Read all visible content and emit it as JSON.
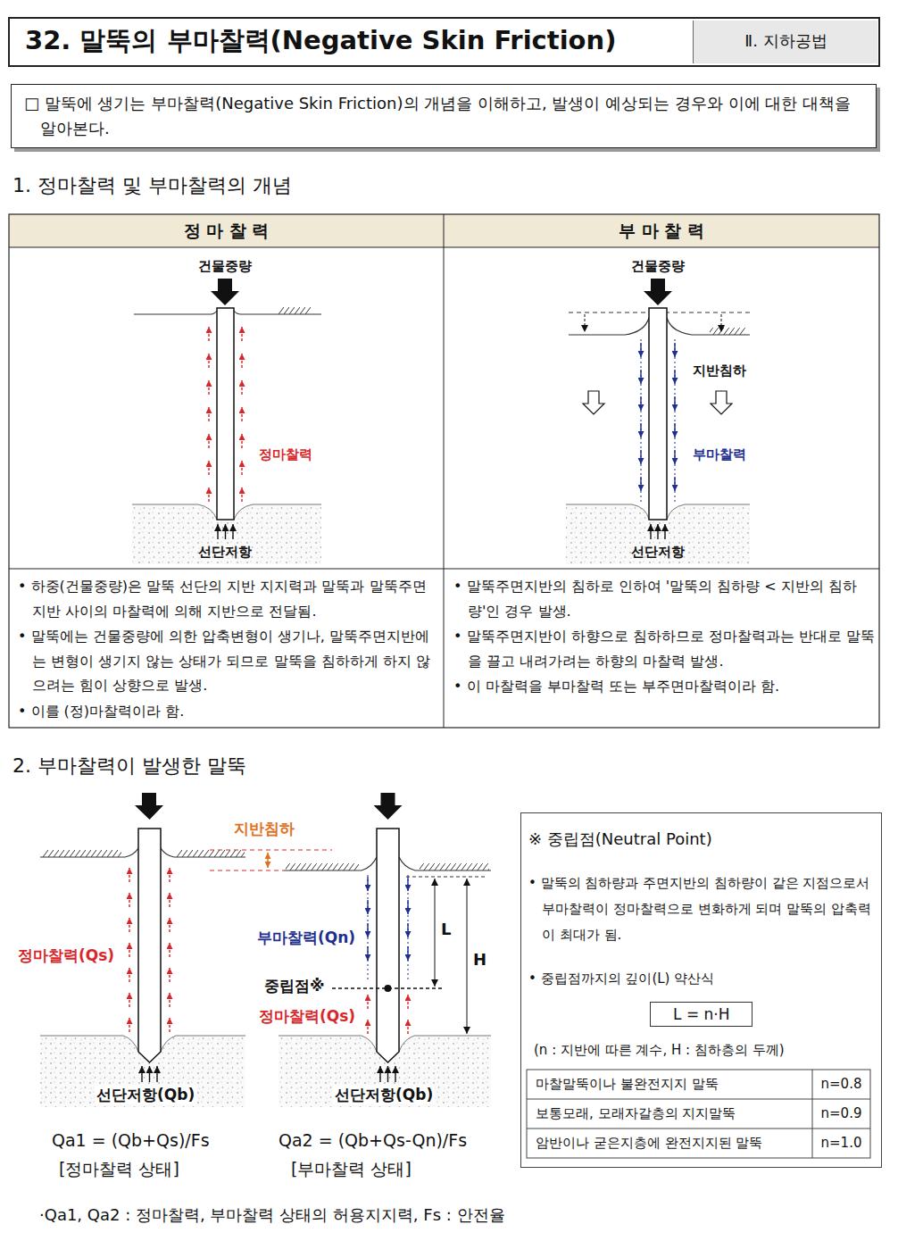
{
  "diagram": {
    "title": "32. 말뚝의 부마찰력(Negative Skin Friction)",
    "nodes": [
      {
        "text": [
          "Ⅱ. 지하공법"
        ]
      },
      {
        "text": [
          "□ 말뚝에 생기는 부마찰력(Negative Skin Friction)의 개념을 이해하고, 발생이 예상되는 경우와 이에 대한 대책을 알아본다."
        ]
      },
      {
        "text": [
          "※ 중립점(Neutral Point)",
          "• 말뚝의 침하량과 주면지반의 침하량이 같은 지점으로서 부마찰력이 정마찰력으로 변화하게 되며 말뚝의 압축력이 최대가 됨.",
          "• 중립점까지의 깊이(L) 약산식",
          "(n : 지반에 따른 계수, H : 침하층의 두께)"
        ]
      },
      {
        "text": [
          "L = n·H"
        ],
        "in": 2
      }
    ],
    "labels": [
      "1. 정마찰력 및 부마찰력의 개념",
      "정 마 찰 력",
      "부 마 찰 력",
      "건물중량",
      "정마찰력",
      "선단저항",
      "건물중량",
      "지반침하",
      "부마찰력",
      "선단저항",
      "• 하중(건물중량)은 말뚝 선단의 지반 지지력과 말뚝과 말뚝주면지반 사이의 마찰력에 의해 지반으로 전달됨.",
      "• 말뚝에는 건물중량에 의한 압축변형이 생기나, 말뚝주면지반에는 변형이 생기지 않는 상태가 되므로 말뚝을 침하하게 하지 않으려는 힘이 상향으로 발생.",
      "• 이를 (정)마찰력이라 함.",
      "• 말뚝주면지반의 침하로 인하여 '말뚝의 침하량 < 지반의 침하량'인 경우 발생.",
      "• 말뚝주면지반이 하향으로 침하하므로 정마찰력과는 반대로 말뚝을 끌고 내려가려는 하향의 마찰력 발생.",
      "• 이 마찰력을 부마찰력 또는 부주면마찰력이라 함.",
      "2. 부마찰력이 발생한 말뚝",
      "정마찰력(Qs)",
      "선단저항(Qb)",
      "Qa1 = (Qb+Qs)/Fs",
      "[정마찰력 상태]",
      "지반침하",
      "부마찰력(Qn)",
      "중립점※",
      "정마찰력(Qs)",
      "선단저항(Qb)",
      "L",
      "H",
      "Qa2 = (Qb+Qs-Qn)/Fs",
      "[부마찰력 상태]",
      "·Qa1, Qa2 : 정마찰력, 부마찰력 상태의 허용지지력, Fs : 안전율",
      "마찰말뚝이나 불완전지지 말뚝",
      "n=0.8",
      "보통모래, 모래자갈층의 지지말뚝",
      "n=0.9",
      "암반이나 굳은지층에 완전지지된 말뚝",
      "n=1.0"
    ]
  }
}
